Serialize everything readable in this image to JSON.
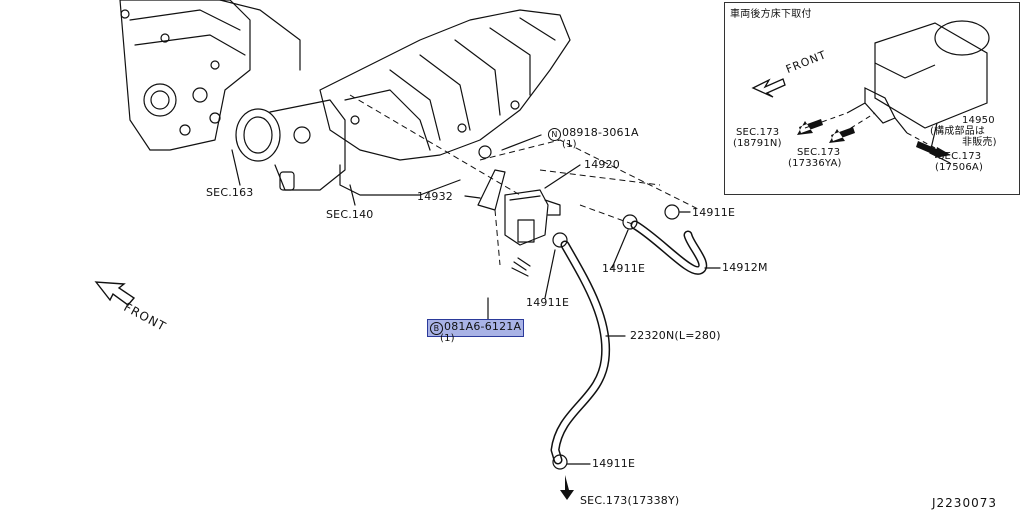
{
  "parts": {
    "p08918": {
      "code": "N",
      "number": "08918-3061A",
      "qty": "(1)"
    },
    "p14920": "14920",
    "p14932": "14932",
    "p14911e_a": "14911E",
    "p14911e_b": "14911E",
    "p14911e_c": "14911E",
    "p14911e_d": "14911E",
    "p14912m": "14912M",
    "p081a6": {
      "code": "B",
      "number": "081A6-6121A",
      "qty": "(1)"
    },
    "p22320n": "22320N(L=280)",
    "p14950": "14950",
    "p14950_note1": "(構成部品は",
    "p14950_note2": "非販売)"
  },
  "sections": {
    "sec163": "SEC.163",
    "sec140": "SEC.140",
    "sec173_18791n_a": "SEC.173",
    "sec173_18791n_b": "(18791N)",
    "sec173_17336ya_a": "SEC.173",
    "sec173_17336ya_b": "(17336YA)",
    "sec173_17506a_a": "SEC.173",
    "sec173_17506a_b": "(17506A)",
    "sec173_17338y": "SEC.173(17338Y)"
  },
  "front_label": "FRONT",
  "inset_title": "車両後方床下取付",
  "figure_id": "J2230073",
  "colors": {
    "highlight": "#a9b3e6",
    "line": "#111111"
  }
}
